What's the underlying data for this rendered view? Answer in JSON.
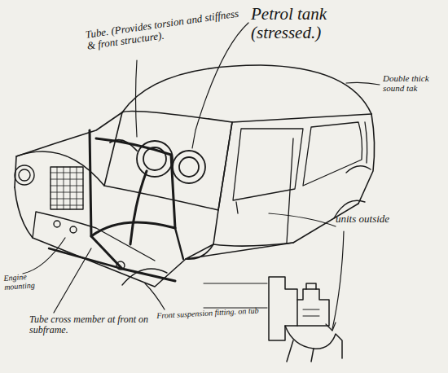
{
  "diagram": {
    "labels": [
      "Petrol tank (stressed.)",
      "Tube. (Provides torsion and stiffness & front structure).",
      "Double thick sound tak",
      "units outside",
      "Engine mounting",
      "Tube cross member at front on subframe.",
      "Front suspension fitting. on tub"
    ]
  }
}
